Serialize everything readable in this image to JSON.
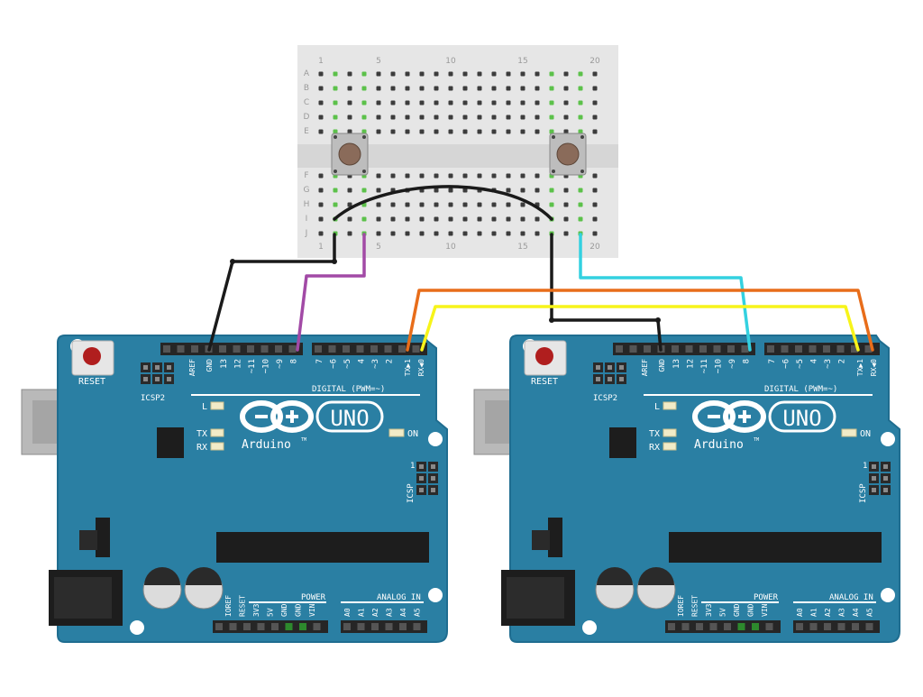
{
  "breadboard": {
    "column_numbers": [
      "1",
      "5",
      "10",
      "15",
      "20"
    ],
    "row_letters_top": [
      "A",
      "B",
      "C",
      "D",
      "E"
    ],
    "row_letters_bottom": [
      "F",
      "G",
      "H",
      "I",
      "J"
    ]
  },
  "boards": [
    {
      "reset_label": "RESET",
      "icsp2_label": "ICSP2",
      "aref_label": "AREF",
      "gnd_label": "GND",
      "digital_pin_labels": [
        "13",
        "12",
        "~11",
        "~10",
        "~9",
        "8"
      ],
      "digital_pin_labels_2": [
        "7",
        "~6",
        "~5",
        "4",
        "~3",
        "2"
      ],
      "tx_pin_label": "TX▶1",
      "rx_pin_label": "RX◀0",
      "digital_label": "DIGITAL (PWM=~)",
      "l_label": "L",
      "tx_label": "TX",
      "rx_label": "RX",
      "on_label": "ON",
      "brand_label": "Arduino",
      "tm_label": "TM",
      "uno_label": "UNO",
      "icsp_label": "ICSP",
      "icsp_pin1_label": "1",
      "power_label": "POWER",
      "power_pins": [
        "IOREF",
        "RESET",
        "3V3",
        "5V",
        "GND",
        "GND",
        "VIN"
      ],
      "analog_label": "ANALOG IN",
      "analog_pins": [
        "A0",
        "A1",
        "A2",
        "A3",
        "A4",
        "A5"
      ]
    },
    {
      "reset_label": "RESET",
      "icsp2_label": "ICSP2",
      "aref_label": "AREF",
      "gnd_label": "GND",
      "digital_pin_labels": [
        "13",
        "12",
        "~11",
        "~10",
        "~9",
        "8"
      ],
      "digital_pin_labels_2": [
        "7",
        "~6",
        "~5",
        "4",
        "~3",
        "2"
      ],
      "tx_pin_label": "TX▶1",
      "rx_pin_label": "RX◀0",
      "digital_label": "DIGITAL (PWM=~)",
      "l_label": "L",
      "tx_label": "TX",
      "rx_label": "RX",
      "on_label": "ON",
      "brand_label": "Arduino",
      "tm_label": "TM",
      "uno_label": "UNO",
      "icsp_label": "ICSP",
      "icsp_pin1_label": "1",
      "power_label": "POWER",
      "power_pins": [
        "IOREF",
        "RESET",
        "3V3",
        "5V",
        "GND",
        "GND",
        "VIN"
      ],
      "analog_label": "ANALOG IN",
      "analog_pins": [
        "A0",
        "A1",
        "A2",
        "A3",
        "A4",
        "A5"
      ]
    }
  ],
  "colors": {
    "board": "#2a7fa3",
    "board_edge": "#1f6d90",
    "breadboard": "#e8e8e8",
    "wire_black": "#1a1a1a",
    "wire_purple": "#a24aa6",
    "wire_orange": "#e86d1a",
    "wire_yellow": "#f7f41a",
    "wire_cyan": "#33d1e0",
    "button_cap": "#8a6b5a"
  }
}
